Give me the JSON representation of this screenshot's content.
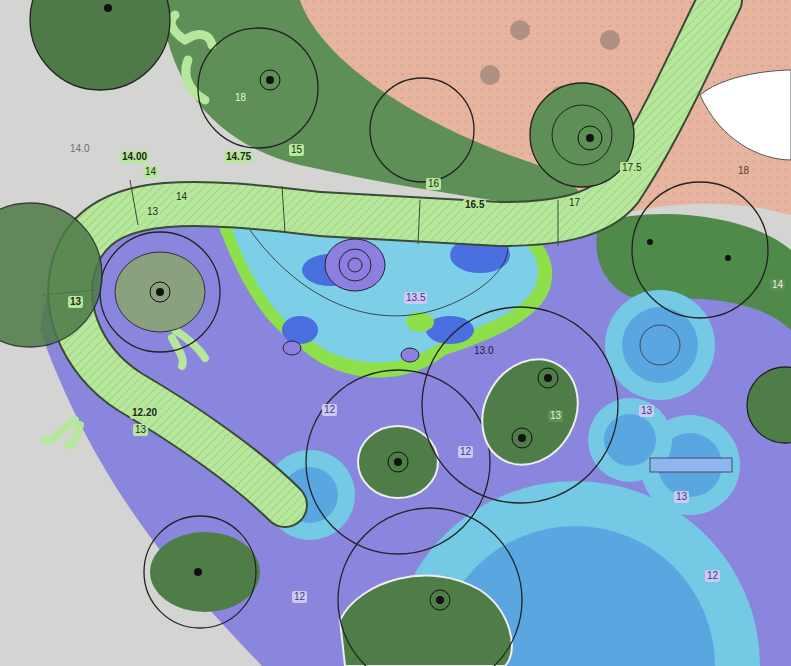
{
  "diagram": {
    "labels": [
      "14.0",
      "14.00",
      "14",
      "14.75",
      "15",
      "18",
      "16",
      "16.5",
      "17",
      "17.5",
      "18",
      "14",
      "13",
      "13",
      "13.5",
      "13.0",
      "12.20",
      "13",
      "12",
      "12",
      "13",
      "13",
      "14",
      "13",
      "12",
      "12"
    ]
  }
}
